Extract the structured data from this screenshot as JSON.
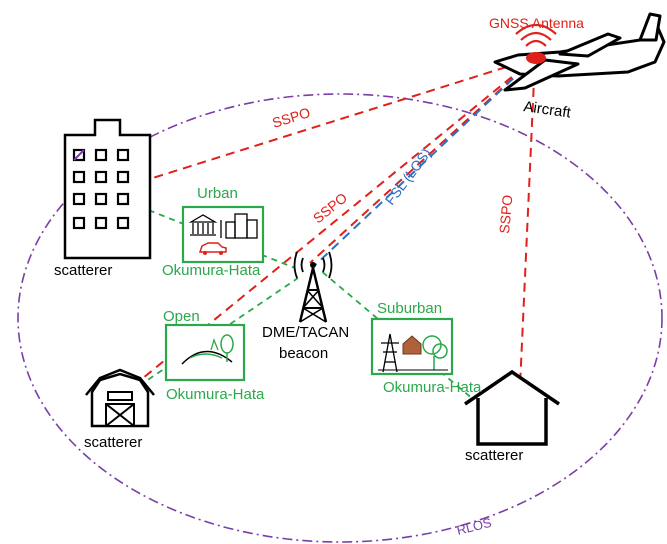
{
  "labels": {
    "gnss_antenna": "GNSS Antenna",
    "aircraft": "Aircraft",
    "sspo": "SSPO",
    "fsl_los": "FSL (LOS)",
    "urban": "Urban",
    "open": "Open",
    "suburban": "Suburban",
    "okumura_hata": "Okumura-Hata",
    "scatterer": "scatterer",
    "beacon_line1": "DME/TACAN",
    "beacon_line2": "beacon",
    "rlos": "RLOS"
  },
  "colors": {
    "sspo_line": "#e0201a",
    "fsl_line": "#2e6fc0",
    "ground_model_line": "#2aa84a",
    "rlos_boundary": "#7a3ea8",
    "antenna": "#e0201a",
    "outline": "#000000"
  }
}
